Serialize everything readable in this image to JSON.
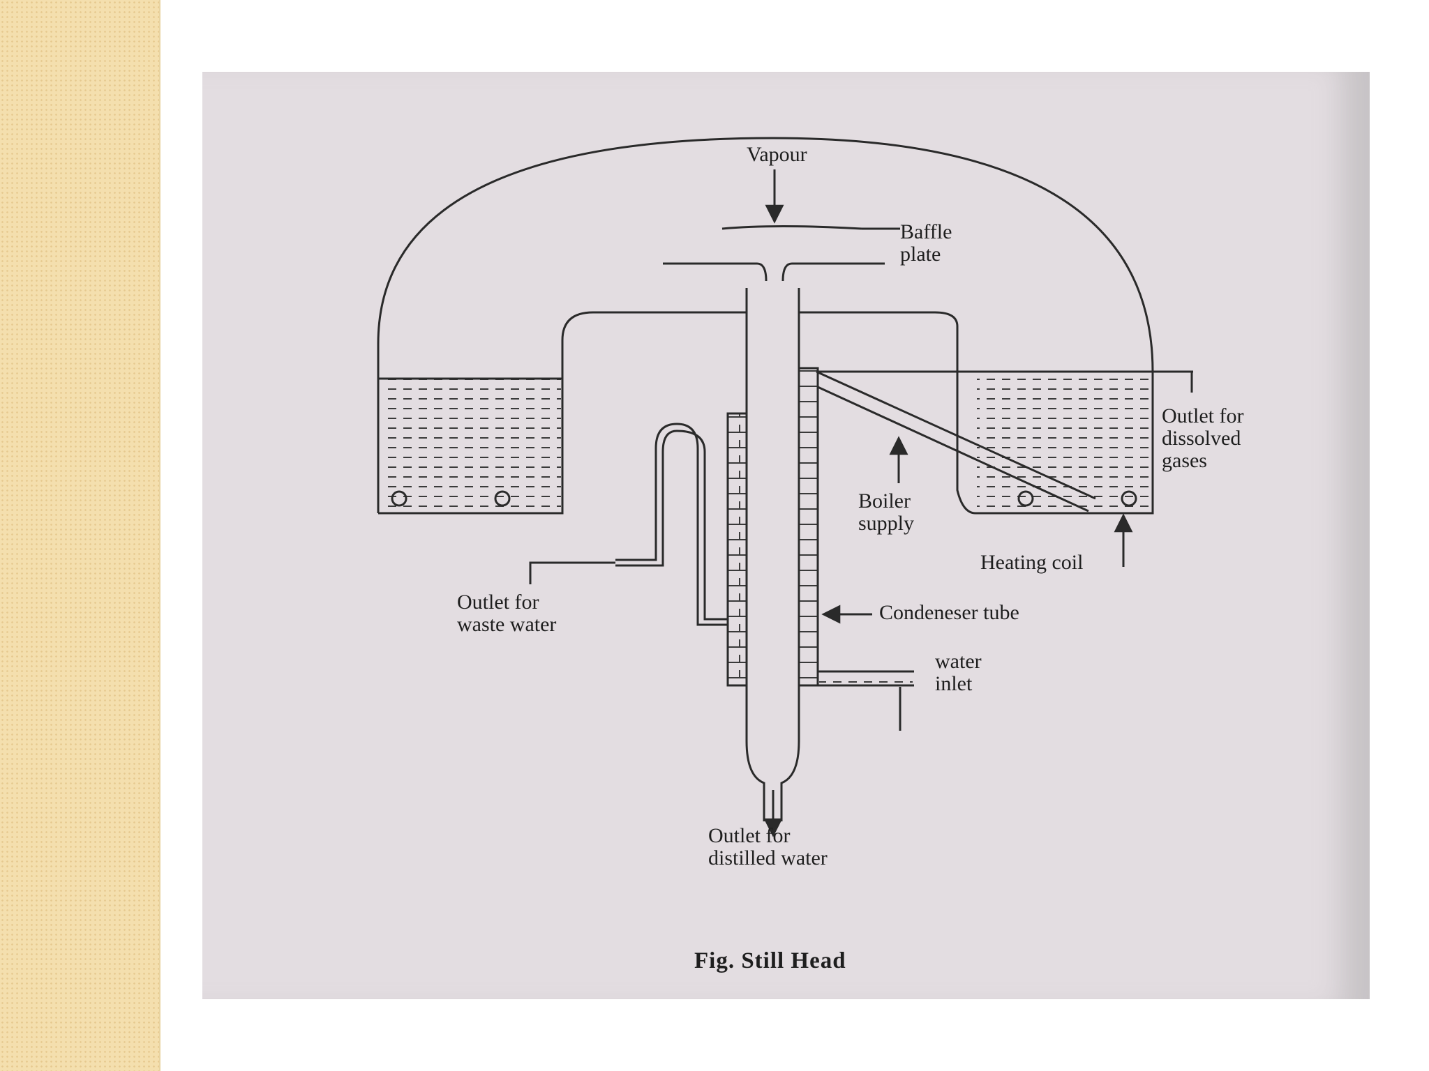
{
  "diagram": {
    "labels": {
      "vapour": "Vapour",
      "baffle_plate": "Baffle\nplate",
      "outlet_dissolved_gases": "Outlet for\ndissolved\ngases",
      "boiler_supply": "Boiler\nsupply",
      "heating_coil": "Heating coil",
      "outlet_waste_water": "Outlet for\nwaste water",
      "condenser_tube": "Condeneser tube",
      "water_inlet": "water\ninlet",
      "outlet_distilled_water": "Outlet for\ndistilled water"
    },
    "caption": "Fig. Still Head"
  },
  "colors": {
    "ink": "#2a2a2a",
    "paper": "#e3dde1",
    "side_panel": "#f4dfae"
  }
}
